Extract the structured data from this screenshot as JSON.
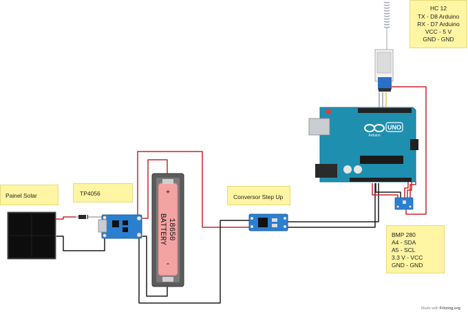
{
  "notes": {
    "hc12": {
      "title": "HC 12",
      "lines": [
        "TX - D8 Arduino",
        "RX - D7 Arduino",
        "VCC - 5 V",
        "GND - GND"
      ]
    },
    "bmp": {
      "lines": [
        "BMP 280",
        "A4 - SDA",
        "A5 - SCL",
        "3.3 V - VCC",
        "GND - GND"
      ]
    },
    "solar": {
      "label": "Painel Solar"
    },
    "tp4056": {
      "label": "TP4056"
    },
    "converter": {
      "label": "Conversor Step Up"
    }
  },
  "battery": {
    "plus": "+",
    "line1": "18650",
    "line2": "BATTERY",
    "minus": "-"
  },
  "arduino": {
    "board": "UNO",
    "brand": "Arduino"
  },
  "footer": {
    "made_with": "Made with",
    "brand": "Fritzing.org"
  },
  "colors": {
    "wire_red": "#c8232c",
    "wire_black": "#1a1a1a",
    "wire_yellow": "#e8c84a",
    "wire_gray": "#9aa0a6",
    "arduino_teal": "#1f8fb0",
    "module_blue": "#2b7fd1",
    "note_bg": "#fff5a3",
    "battery_body": "#f4a3a3"
  }
}
